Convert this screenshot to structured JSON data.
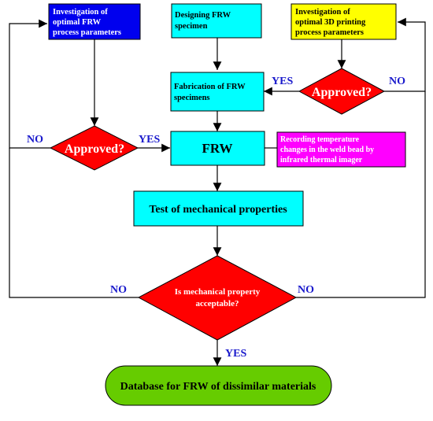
{
  "colors": {
    "blue_box": "#0000ee",
    "cyan_box": "#00ffff",
    "yellow_box": "#ffff00",
    "magenta_box": "#ff00ff",
    "decision": "#ff0000",
    "terminal": "#66cc00",
    "branch_label": "#1a1acc"
  },
  "nodes": {
    "frw_params": {
      "line1": "Investigation of",
      "line2": "optimal FRW",
      "line3": "process parameters"
    },
    "design": {
      "line1": "Designing FRW",
      "line2": "specimen"
    },
    "printing_params": {
      "line1": "Investigation of",
      "line2": "optimal 3D printing",
      "line3": "process parameters"
    },
    "fabrication": {
      "line1": "Fabrication of FRW",
      "line2": "specimens"
    },
    "approved_right": {
      "text": "Approved?"
    },
    "approved_left": {
      "text": "Approved?"
    },
    "frw": {
      "text": "FRW"
    },
    "recording": {
      "line1": "Recording temperature",
      "line2": "changes in the weld bead by",
      "line3": "infrared thermal imager"
    },
    "mech_test": {
      "text": "Test of mechanical properties"
    },
    "acceptable": {
      "line1": "Is mechanical property",
      "line2": "acceptable?"
    },
    "database": {
      "text": "Database for FRW of dissimilar materials"
    }
  },
  "branch_labels": {
    "right_yes": "YES",
    "right_no": "NO",
    "left_no": "NO",
    "left_yes": "YES",
    "bottom_left_no": "NO",
    "bottom_right_no": "NO",
    "bottom_yes": "YES"
  }
}
